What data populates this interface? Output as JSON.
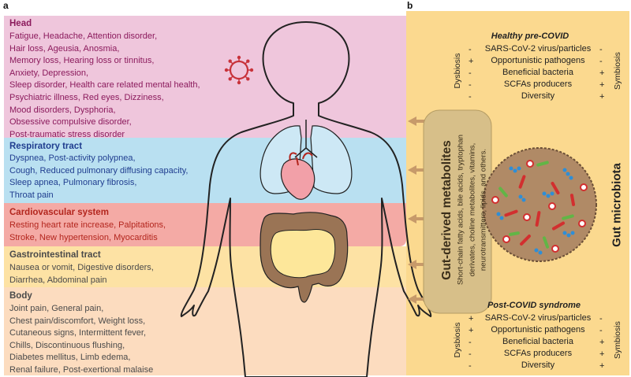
{
  "panel_a": {
    "letter": "a",
    "sections": [
      {
        "title": "Head",
        "color": "#8b1a5c",
        "bg": "#efc6dc",
        "lines": [
          "Fatigue, Headache, Attention disorder,",
          "Hair loss, Ageusia, Anosmia,",
          "Memory loss, Hearing loss or tinnitus,",
          "Anxiety, Depression,",
          "Sleep disorder, Health care related mental health,",
          "Psychiatric illness, Red eyes, Dizziness,",
          "Mood disorders, Dysphoria,",
          "Obsessive compulsive disorder,",
          "Post-traumatic stress disorder"
        ]
      },
      {
        "title": "Respiratory tract",
        "color": "#1f3d8f",
        "bg": "#b9e0f1",
        "lines": [
          "Dyspnea, Post-activity polypnea,",
          "Cough, Reduced pulmonary diffusing capacity,",
          "Sleep apnea, Pulmonary fibrosis,",
          "Throat pain"
        ]
      },
      {
        "title": "Cardiovascular system",
        "color": "#b3261e",
        "bg": "#f4aaa5",
        "lines": [
          "Resting heart rate increase, Palpitations,",
          "Stroke, New hypertension, Myocarditis"
        ]
      },
      {
        "title": "Gastrointestinal tract",
        "color": "#4a4a4a",
        "bg": "#fde2a4",
        "lines": [
          "Nausea or vomit, Digestive disorders,",
          "Diarrhea, Abdominal pain"
        ]
      },
      {
        "title": "Body",
        "color": "#4a4a4a",
        "bg": "#fcdcbf",
        "lines": [
          "Joint pain, General pain,",
          "Chest pain/discomfort, Weight loss,",
          "Cutaneous signs, Intermittent fever,",
          "Chills, Discontinuous flushing,",
          "Diabetes mellitus, Limb edema,",
          "Renal failure, Post-exertional malaise"
        ]
      }
    ]
  },
  "panel_b": {
    "letter": "b",
    "metabolites_title": "Gut-derived metabolites",
    "metabolites_lines": [
      "Short-chain fatty acids, bile acids, tryptophan",
      "derivates, choline metabolites, vitamins,",
      "neurotransmitters, lipids, and others."
    ],
    "microbiota_label": "Gut microbiota",
    "dysbiosis_label": "Dysbiosis",
    "symbiosis_label": "Symbiosis",
    "healthy": {
      "title": "Healthy pre-COVID",
      "rows": [
        {
          "label": "SARS-CoV-2 virus/particles",
          "left": "-",
          "right": "-"
        },
        {
          "label": "Opportunistic pathogens",
          "left": "+",
          "right": "-"
        },
        {
          "label": "Beneficial bacteria",
          "left": "-",
          "right": "+"
        },
        {
          "label": "SCFAs producers",
          "left": "-",
          "right": "+"
        },
        {
          "label": "Diversity",
          "left": "-",
          "right": "+"
        }
      ]
    },
    "post": {
      "title": "Post-COVID syndrome",
      "rows": [
        {
          "label": "SARS-CoV-2 virus/particles",
          "left": "+",
          "right": "-"
        },
        {
          "label": "Opportunistic pathogens",
          "left": "+",
          "right": "-"
        },
        {
          "label": "Beneficial bacteria",
          "left": "-",
          "right": "+"
        },
        {
          "label": "SCFAs producers",
          "left": "-",
          "right": "+"
        },
        {
          "label": "Diversity",
          "left": "-",
          "right": "+"
        }
      ]
    }
  },
  "colors": {
    "panel_b_bg": "#fbd98f",
    "tube": "#d7bf89",
    "gut": "#9a7455",
    "heart": "#f2a0a8",
    "lungs": "#cde8f5",
    "virus": "#c8323a",
    "arrow": "#c79a6a"
  }
}
